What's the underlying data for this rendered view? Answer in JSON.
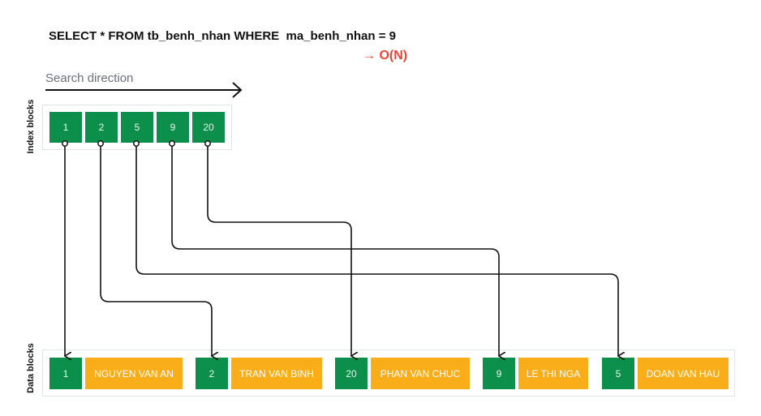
{
  "query": "SELECT * FROM tb_benh_nhan WHERE  ma_benh_nhan = 9",
  "complexity": "→ O(N)",
  "search_direction_label": "Search direction",
  "index_label": "Index blocks",
  "data_label": "Data blocks",
  "index_keys": [
    "1",
    "2",
    "5",
    "9",
    "20"
  ],
  "data_rows": [
    {
      "key": "1",
      "name": "NGUYEN VAN AN"
    },
    {
      "key": "2",
      "name": "TRAN VAN BINH"
    },
    {
      "key": "20",
      "name": "PHAN VAN CHUC"
    },
    {
      "key": "9",
      "name": "LE THI NGA"
    },
    {
      "key": "5",
      "name": "DOAN VAN HAU"
    }
  ],
  "colors": {
    "key_green": "#0b8f4b",
    "value_orange": "#f9ad18",
    "highlight_red": "#ea4335"
  }
}
